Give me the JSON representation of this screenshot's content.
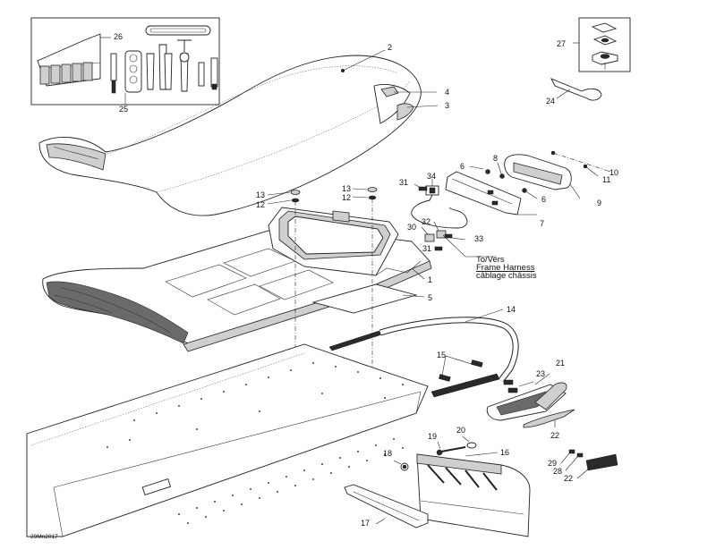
{
  "diagram": {
    "code": "29Mn2017",
    "note_lines": [
      "To/Vers",
      "Frame Harness",
      "câblage châssis"
    ],
    "callouts": {
      "c1": "1",
      "c2": "2",
      "c3": "3",
      "c4": "4",
      "c5": "5",
      "c6a": "6",
      "c6b": "6",
      "c7": "7",
      "c8": "8",
      "c9": "9",
      "c10": "10",
      "c11": "11",
      "c12a": "12",
      "c12b": "12",
      "c13a": "13",
      "c13b": "13",
      "c14": "14",
      "c15": "15",
      "c16": "16",
      "c17": "17",
      "c18": "18",
      "c19": "19",
      "c20": "20",
      "c21": "21",
      "c22a": "22",
      "c22b": "22",
      "c23": "23",
      "c24": "24",
      "c25": "25",
      "c26": "26",
      "c27": "27",
      "c28": "28",
      "c29": "29",
      "c30": "30",
      "c31a": "31",
      "c31b": "31",
      "c32": "32",
      "c33": "33",
      "c34": "34"
    }
  }
}
